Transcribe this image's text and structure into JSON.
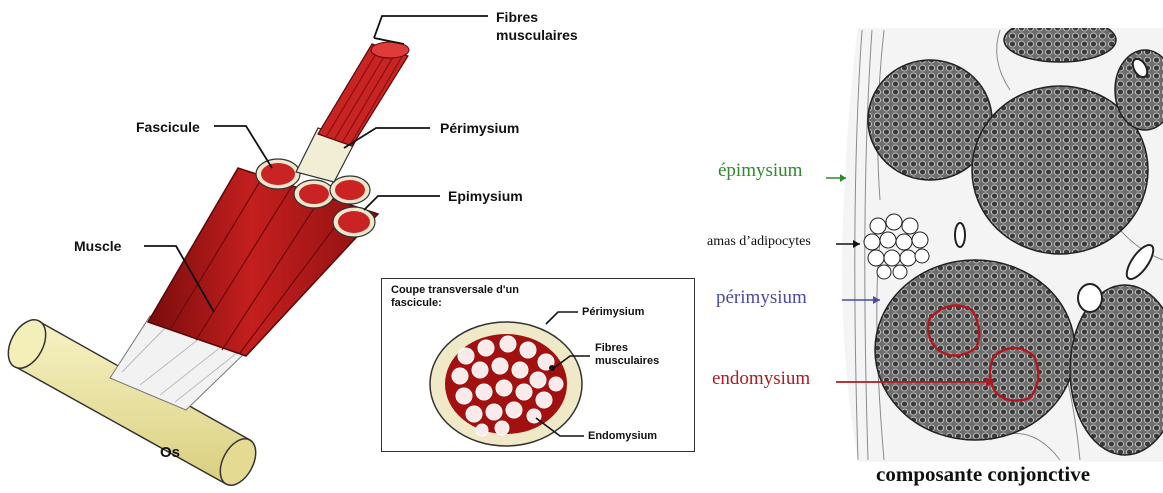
{
  "left_diagram": {
    "labels": {
      "fibres": "Fibres\nmusculaires",
      "perimysium": "Périmysium",
      "fascicule": "Fascicule",
      "epimysium": "Epimysium",
      "muscle": "Muscle",
      "os": "Os"
    }
  },
  "inset": {
    "title": "Coupe transversale d'un\nfascicule:",
    "perimysium": "Périmysium",
    "fibres": "Fibres\nmusculaires",
    "endomysium": "Endomysium"
  },
  "histology": {
    "epimysium": "épimysium",
    "adipocytes": "amas d’adipocytes",
    "perimysium": "périmysium",
    "endomysium": "endomysium",
    "caption": "composante conjonctive"
  },
  "colors": {
    "muscle_red": "#b51a1a",
    "muscle_dark": "#7a0c0c",
    "bone": "#efe8a6",
    "sheath": "#f2eed6",
    "green_label": "#2c8a2c",
    "blue_label": "#4a4aa8",
    "red_label": "#b0191f"
  }
}
